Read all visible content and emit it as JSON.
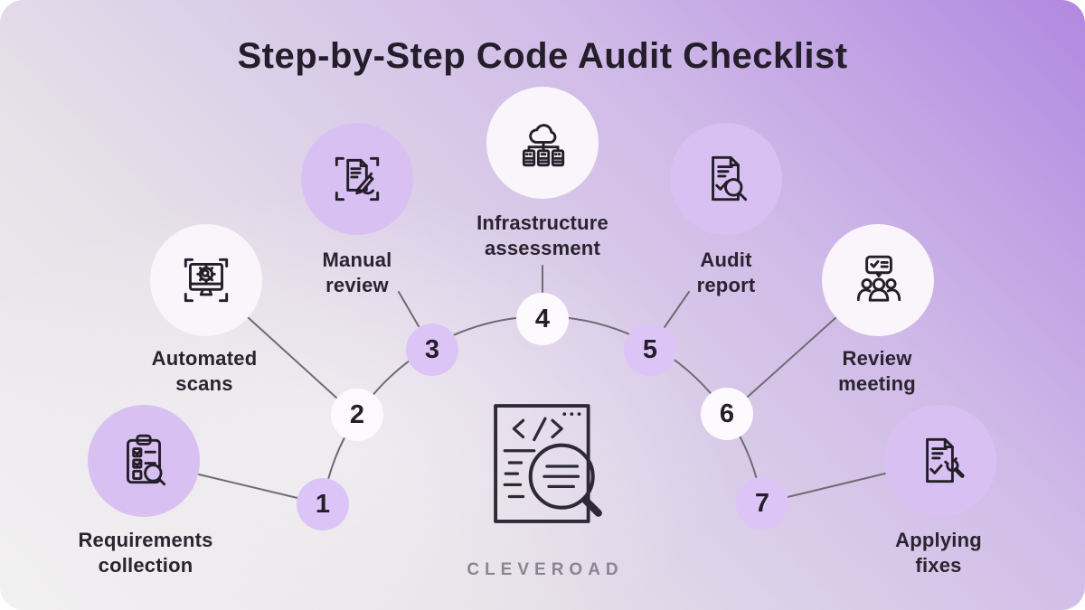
{
  "title": "Step-by-Step Code Audit Checklist",
  "brand": "CLEVEROAD",
  "colors": {
    "background_from": "#f2f1f1",
    "background_to": "#b288e0",
    "circle_purple": "#d8c1f2",
    "circle_light": "#f9f5fb",
    "number_circle_purple": "#dcc5f6",
    "number_circle_light": "#fdfafe",
    "text": "#2a2330",
    "connector_line": "#6f6b72",
    "brand_text": "#8b8492"
  },
  "center_icon": "code-document-magnifier",
  "steps": [
    {
      "number": "1",
      "label": "Requirements collection",
      "icon": "clipboard-checklist-magnifier"
    },
    {
      "number": "2",
      "label": "Automated scans",
      "icon": "monitor-gear-scan"
    },
    {
      "number": "3",
      "label": "Manual review",
      "icon": "document-pen-scan"
    },
    {
      "number": "4",
      "label": "Infrastructure assessment",
      "icon": "cloud-servers"
    },
    {
      "number": "5",
      "label": "Audit report",
      "icon": "document-check-magnifier"
    },
    {
      "number": "6",
      "label": "Review meeting",
      "icon": "people-speech-bubble"
    },
    {
      "number": "7",
      "label": "Applying fixes",
      "icon": "document-check-wrench"
    }
  ]
}
